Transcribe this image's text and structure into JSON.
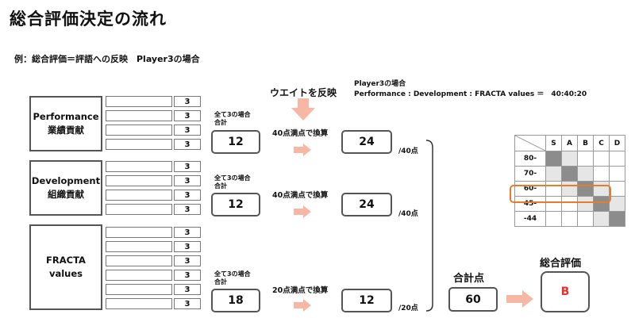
{
  "title": "総合評価決定の流れ",
  "example_label": "例：総合評価＝評語への反映　Player3の場合",
  "weight": {
    "label": "ウエイトを反映",
    "player_title": "Player3の場合",
    "player_formula": "Performance : Development : FRACTA values ＝　40:40:20"
  },
  "categories": [
    {
      "name_line1": "Performance",
      "name_line2": "業績貢献",
      "scores": [
        "3",
        "3",
        "3",
        "3"
      ],
      "sum_label": "全て3の場合\n合計",
      "sum": "12",
      "conversion": "40点満点で換算",
      "converted": "24",
      "unit": "/40点"
    },
    {
      "name_line1": "Development",
      "name_line2": "組織貢献",
      "scores": [
        "3",
        "3",
        "3",
        "3"
      ],
      "sum_label": "全て3の場合\n合計",
      "sum": "12",
      "conversion": "40点満点で換算",
      "converted": "24",
      "unit": "/40点"
    },
    {
      "name_line1": "FRACTA values",
      "name_line2": "",
      "scores": [
        "3",
        "3",
        "3",
        "3",
        "3",
        "3"
      ],
      "sum_label": "全て3の場合\n合計",
      "sum": "18",
      "conversion": "20点満点で換算",
      "converted": "12",
      "unit": "/20点"
    }
  ],
  "total": {
    "label": "合計点",
    "value": "60"
  },
  "evaluation": {
    "label": "総合評価",
    "grade": "B",
    "grade_color": "#e53030"
  },
  "grade_table": {
    "columns": [
      "S",
      "A",
      "B",
      "C",
      "D"
    ],
    "rows": [
      "80-",
      "70-",
      "60-",
      "45-",
      "-44"
    ],
    "highlighted_row": "60-",
    "highlight_color": "#e87b2c"
  },
  "colors": {
    "arrow": "#f6b8a4",
    "border": "#555555"
  }
}
